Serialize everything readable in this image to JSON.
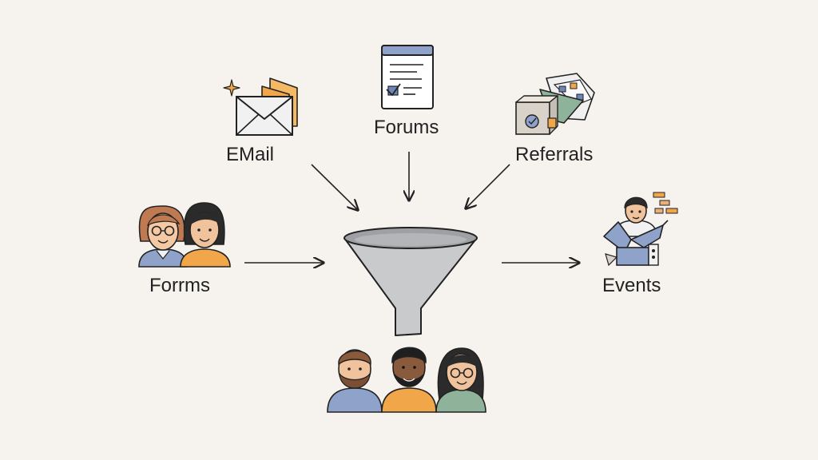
{
  "sources": {
    "email": {
      "label": "EMail",
      "icon": "envelope-icon"
    },
    "forums": {
      "label": "Forums",
      "icon": "browser-window-icon"
    },
    "referrals": {
      "label": "Referrals",
      "icon": "referral-papers-icon"
    },
    "forms": {
      "label": "Forrms",
      "icon": "people-pair-icon"
    }
  },
  "outputs": {
    "events": {
      "label": "Events",
      "icon": "event-person-icon"
    }
  },
  "center": {
    "icon": "funnel-icon"
  },
  "result": {
    "icon": "people-group-icon"
  },
  "colors": {
    "background": "#f6f3ef",
    "stroke": "#222222",
    "funnel": "#c9cacc",
    "orange": "#f2a64a",
    "blue": "#8fa2c9",
    "green": "#8fb39a"
  }
}
